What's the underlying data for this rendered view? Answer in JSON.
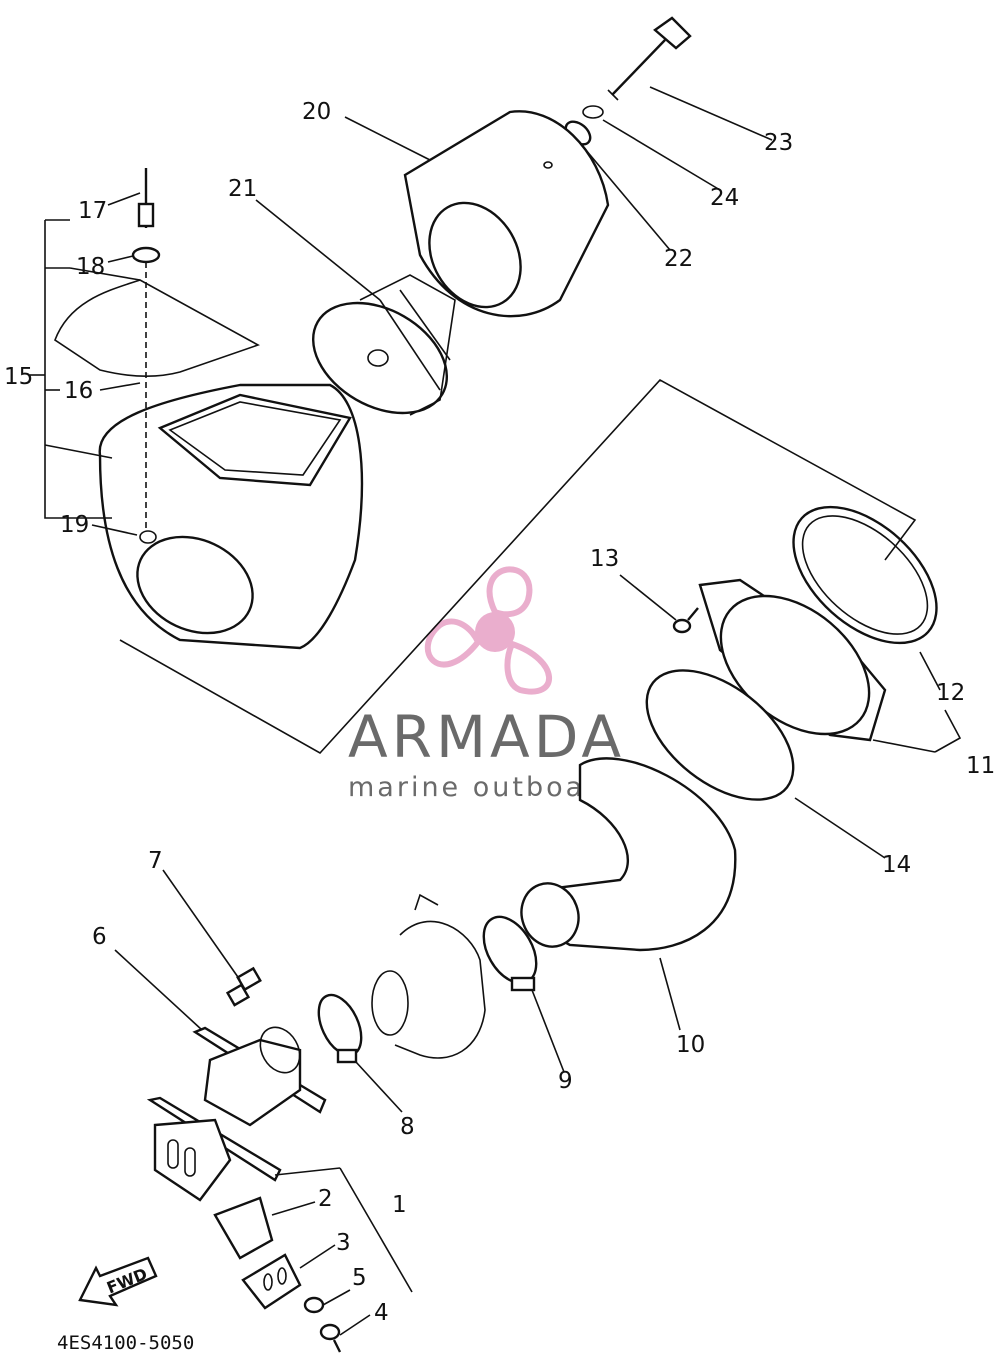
{
  "diagram_code": "4ES4100-5050",
  "watermark": {
    "brand": "ARMADA",
    "tagline": "marine outboards",
    "accent": "#e8a6c8"
  },
  "direction_marker": "FWD",
  "callouts": [
    "1",
    "2",
    "3",
    "4",
    "5",
    "6",
    "7",
    "8",
    "9",
    "10",
    "11",
    "12",
    "13",
    "14",
    "15",
    "16",
    "17",
    "18",
    "19",
    "20",
    "21",
    "22",
    "23",
    "24"
  ]
}
